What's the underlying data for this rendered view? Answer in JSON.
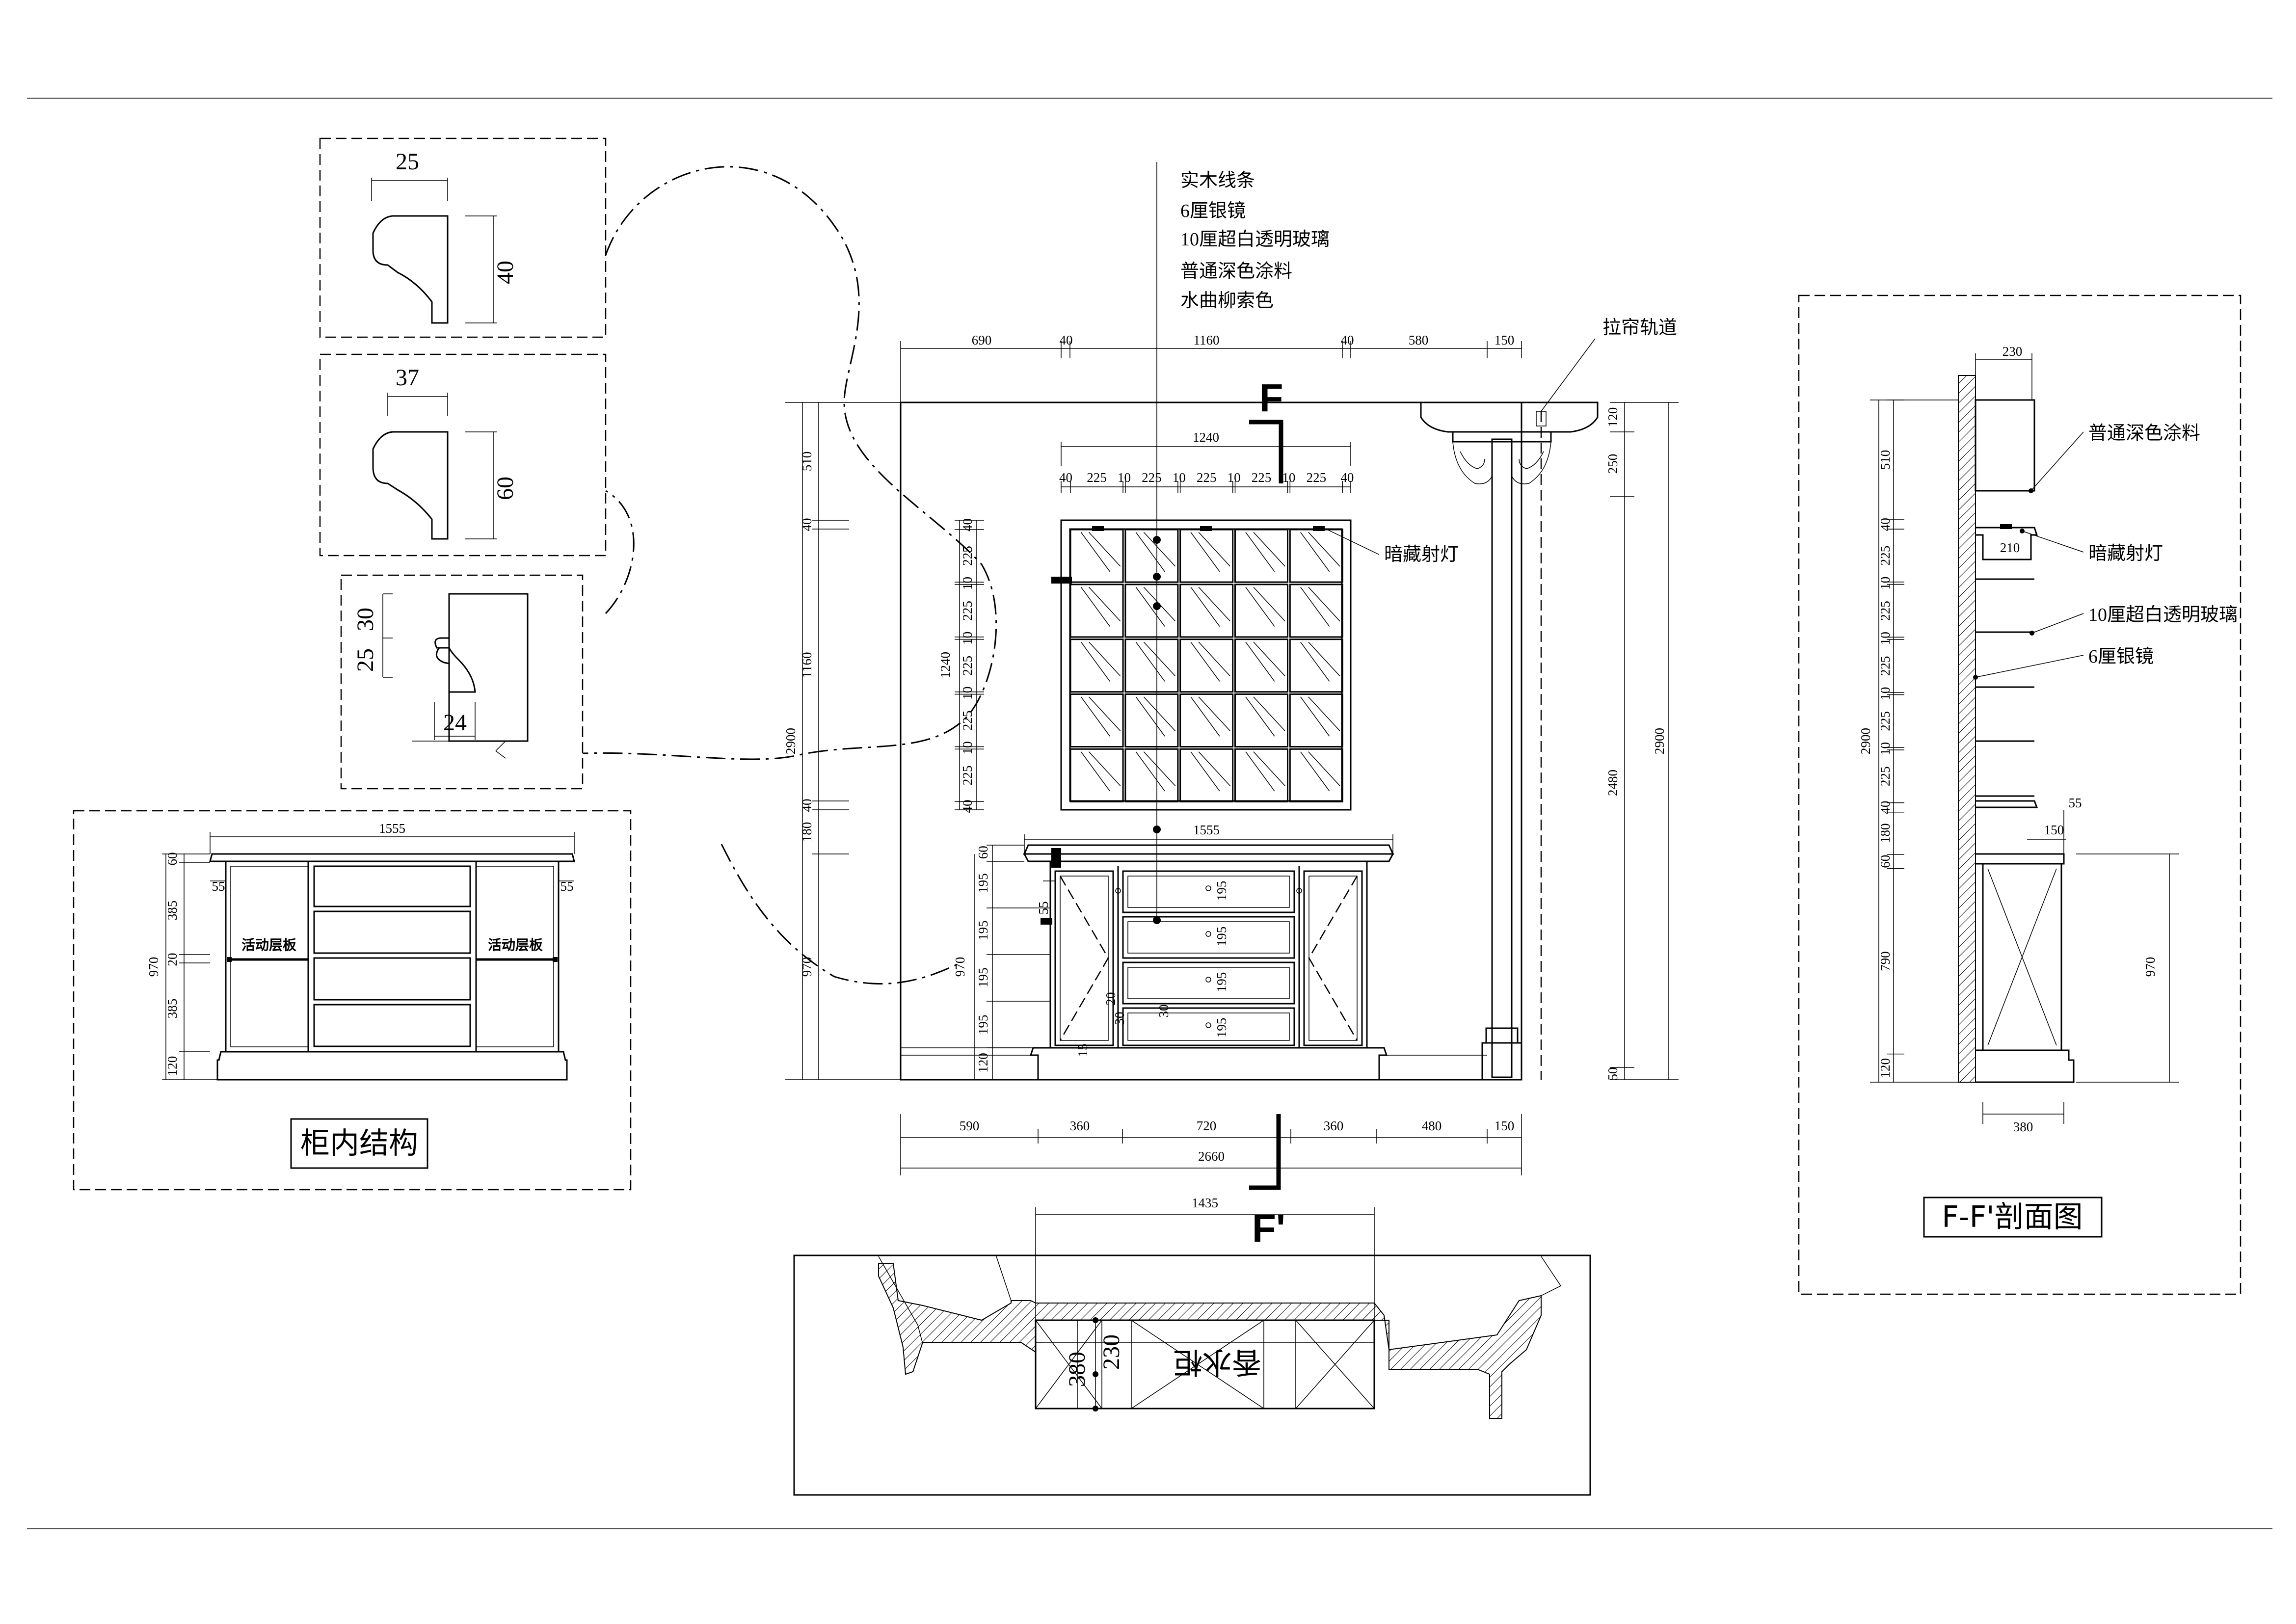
{
  "labels": {
    "solid_wood_line": "实木线条",
    "silver_mirror": "6厘银镜",
    "ultra_clear_glass": "10厘超白透明玻璃",
    "dark_paint": "普通深色涂料",
    "walnut_color": "水曲柳索色",
    "curtain_track": "拉帘轨道",
    "hidden_spotlight": "暗藏射灯",
    "movable_shelf": "活动层板",
    "section_marker_top": "F",
    "section_marker_bottom": "F'",
    "plan_label": "香水柜"
  },
  "titles": {
    "cabinet_interior": "柜内结构",
    "section": "F-F'剖面图"
  },
  "molding_profiles": [
    {
      "width": "25",
      "height": "40"
    },
    {
      "width": "37",
      "height": "60"
    },
    {
      "width": "24",
      "height_a": "30",
      "height_b": "25"
    }
  ],
  "elevation": {
    "top_dims": [
      "690",
      "40",
      "1160",
      "40",
      "580",
      "150"
    ],
    "window_width": "1240",
    "grid_dims": [
      "40",
      "225",
      "10",
      "225",
      "10",
      "225",
      "10",
      "225",
      "10",
      "225",
      "40"
    ],
    "left_dims": [
      "510",
      "40",
      "1160",
      "180",
      "40",
      "970"
    ],
    "left_total": "2900",
    "grid_left_dims": [
      "40",
      "225",
      "10",
      "225",
      "10",
      "225",
      "10",
      "225",
      "10",
      "225",
      "40"
    ],
    "grid_left_total": "1240",
    "cabinet_width": "1555",
    "cabinet_left_dims": [
      "60",
      "195",
      "195",
      "195",
      "195",
      "120"
    ],
    "cabinet_total": "970",
    "right_dims": [
      "120",
      "250",
      "2480",
      "50"
    ],
    "right_total": "2900",
    "bottom_dims": [
      "590",
      "360",
      "720",
      "360",
      "480",
      "150"
    ],
    "bottom_total": "2660",
    "side_small": "55",
    "drawer_dims": [
      "195",
      "195",
      "195",
      "195"
    ],
    "misc_small": [
      "20",
      "30",
      "30",
      "15"
    ]
  },
  "interior": {
    "width": "1555",
    "left_dims": [
      "60",
      "385",
      "20",
      "385",
      "120"
    ],
    "total": "970",
    "side": "55"
  },
  "section_view": {
    "top_width": "230",
    "left_dims": [
      "510",
      "40",
      "225",
      "10",
      "225",
      "10",
      "225",
      "10",
      "225",
      "10",
      "225",
      "40",
      "180",
      "60",
      "790",
      "120"
    ],
    "left_total": "2900",
    "light_width": "210",
    "shelf_depth": "150",
    "shelf_small": "55",
    "right_total": "970",
    "bottom_width": "380"
  },
  "plan": {
    "width": "1435",
    "depth_a": "380",
    "depth_b": "230"
  }
}
